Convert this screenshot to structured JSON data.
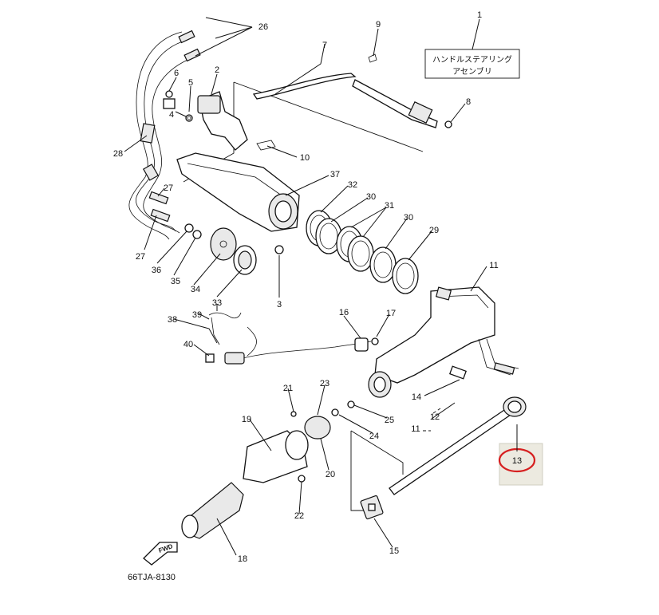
{
  "title_box": {
    "line1": "ハンドルステアリング",
    "line2": "アセンブリ"
  },
  "diagram_code": "66TJA-8130",
  "fwd_label": "FWD",
  "callouts": [
    {
      "id": "c1",
      "label": "1"
    },
    {
      "id": "c2",
      "label": "2"
    },
    {
      "id": "c3",
      "label": "3"
    },
    {
      "id": "c4",
      "label": "4"
    },
    {
      "id": "c5",
      "label": "5"
    },
    {
      "id": "c6",
      "label": "6"
    },
    {
      "id": "c7",
      "label": "7"
    },
    {
      "id": "c8",
      "label": "8"
    },
    {
      "id": "c9",
      "label": "9"
    },
    {
      "id": "c10",
      "label": "10"
    },
    {
      "id": "c11a",
      "label": "11"
    },
    {
      "id": "c11b",
      "label": "11"
    },
    {
      "id": "c12",
      "label": "12"
    },
    {
      "id": "c13",
      "label": "13"
    },
    {
      "id": "c14",
      "label": "14"
    },
    {
      "id": "c15",
      "label": "15"
    },
    {
      "id": "c16",
      "label": "16"
    },
    {
      "id": "c17",
      "label": "17"
    },
    {
      "id": "c18",
      "label": "18"
    },
    {
      "id": "c19",
      "label": "19"
    },
    {
      "id": "c20",
      "label": "20"
    },
    {
      "id": "c21",
      "label": "21"
    },
    {
      "id": "c22",
      "label": "22"
    },
    {
      "id": "c23",
      "label": "23"
    },
    {
      "id": "c24",
      "label": "24"
    },
    {
      "id": "c25",
      "label": "25"
    },
    {
      "id": "c26",
      "label": "26"
    },
    {
      "id": "c27a",
      "label": "27"
    },
    {
      "id": "c27b",
      "label": "27"
    },
    {
      "id": "c28",
      "label": "28"
    },
    {
      "id": "c29",
      "label": "29"
    },
    {
      "id": "c30a",
      "label": "30"
    },
    {
      "id": "c30b",
      "label": "30"
    },
    {
      "id": "c31",
      "label": "31"
    },
    {
      "id": "c32",
      "label": "32"
    },
    {
      "id": "c33",
      "label": "33"
    },
    {
      "id": "c34",
      "label": "34"
    },
    {
      "id": "c35",
      "label": "35"
    },
    {
      "id": "c36",
      "label": "36"
    },
    {
      "id": "c37",
      "label": "37"
    },
    {
      "id": "c38",
      "label": "38"
    },
    {
      "id": "c39",
      "label": "39"
    },
    {
      "id": "c40",
      "label": "40"
    }
  ],
  "highlight": {
    "label": "13",
    "ring_color": "#d62020",
    "box_color": "#eceae0"
  }
}
